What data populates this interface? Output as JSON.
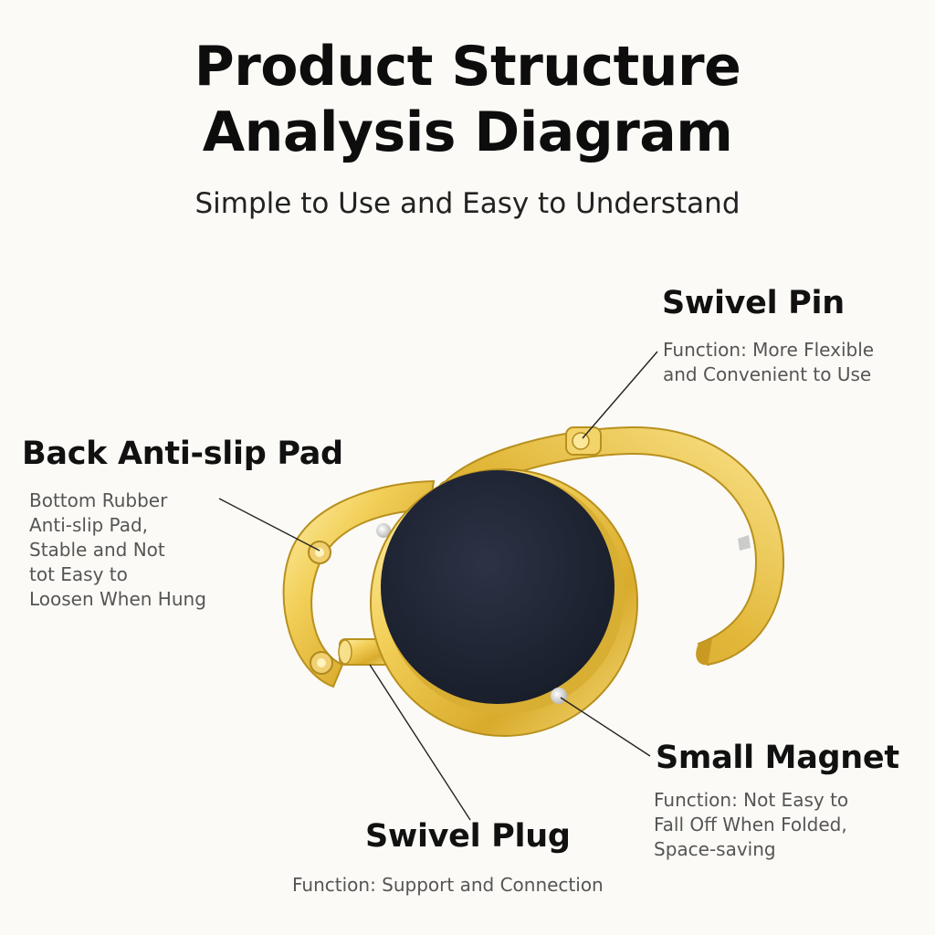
{
  "header": {
    "title_line1": "Product Structure",
    "title_line2": "Analysis Diagram",
    "subtitle": "Simple to Use and Easy to Understand"
  },
  "callouts": {
    "swivel_pin": {
      "label": "Swivel Pin",
      "lines": [
        "Function: More Flexible",
        "and Convenient to Use"
      ]
    },
    "back_pad": {
      "label": "Back Anti-slip Pad",
      "lines": [
        "Bottom Rubber",
        "Anti-slip Pad,",
        "Stable and Not",
        "tot Easy to",
        "Loosen When Hung"
      ]
    },
    "small_magnet": {
      "label": "Small Magnet",
      "lines": [
        "Function: Not Easy to",
        "Fall Off When Folded,",
        "Space-saving"
      ]
    },
    "swivel_plug": {
      "label": "Swivel Plug",
      "lines": [
        "Function: Support and Connection"
      ]
    }
  },
  "colors": {
    "gold": "#e6c04a",
    "gold_dark": "#b8901e",
    "gold_light": "#fff1b0",
    "pad": "#1f2534",
    "background": "#fbfaf6"
  }
}
